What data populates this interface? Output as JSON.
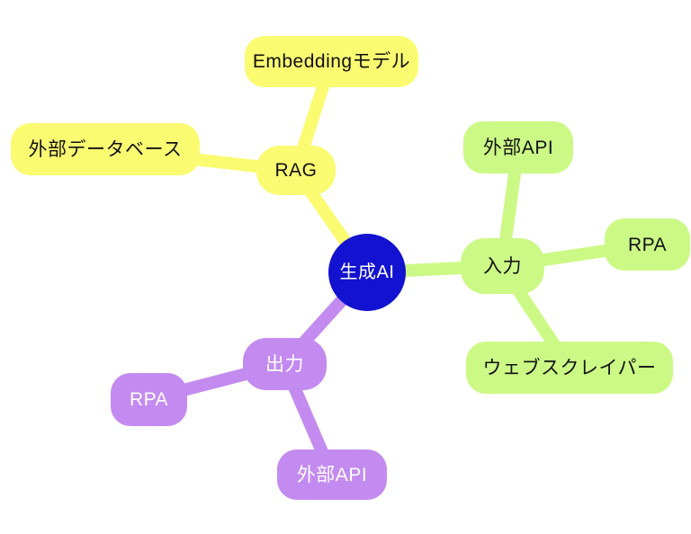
{
  "canvas": {
    "background": "#FFFFFF"
  },
  "diagram": {
    "type": "mindmap",
    "center": {
      "label": "生成AI",
      "color": "#1212D0",
      "text_color": "#FFFFFF",
      "shape": "circle"
    },
    "branches": [
      {
        "name": "rag",
        "label": "RAG",
        "color": "#FBFB72",
        "text_color": "#111111",
        "children": [
          {
            "label": "Embeddingモデル"
          },
          {
            "label": "外部データベース"
          }
        ]
      },
      {
        "name": "input",
        "label": "入力",
        "color": "#CCF985",
        "text_color": "#111111",
        "children": [
          {
            "label": "外部API"
          },
          {
            "label": "RPA"
          },
          {
            "label": "ウェブスクレイパー"
          }
        ]
      },
      {
        "name": "output",
        "label": "出力",
        "color": "#C38BF0",
        "text_color": "#FFFFFF",
        "children": [
          {
            "label": "RPA"
          },
          {
            "label": "外部API"
          }
        ]
      }
    ]
  }
}
